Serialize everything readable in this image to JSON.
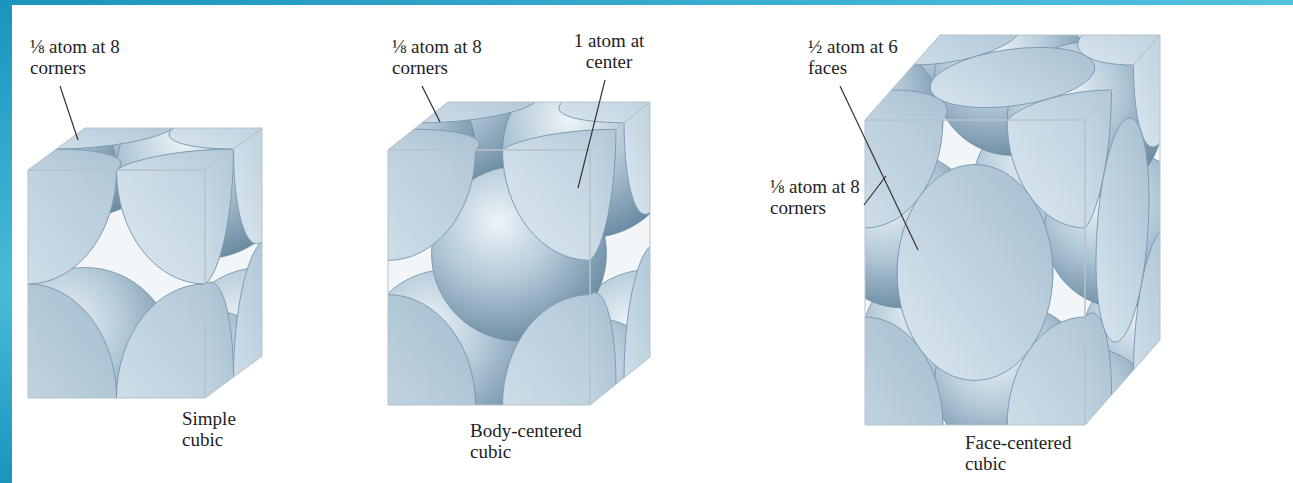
{
  "diagram": {
    "labels": [
      "⅛ atom at 8 corners",
      "Simple cubic",
      "⅛ atom at 8 corners",
      "1 atom at center",
      "Body-centered cubic",
      "½ atom at 6 faces",
      "⅛ atom at 8 corners",
      "Face-centered cubic"
    ]
  }
}
